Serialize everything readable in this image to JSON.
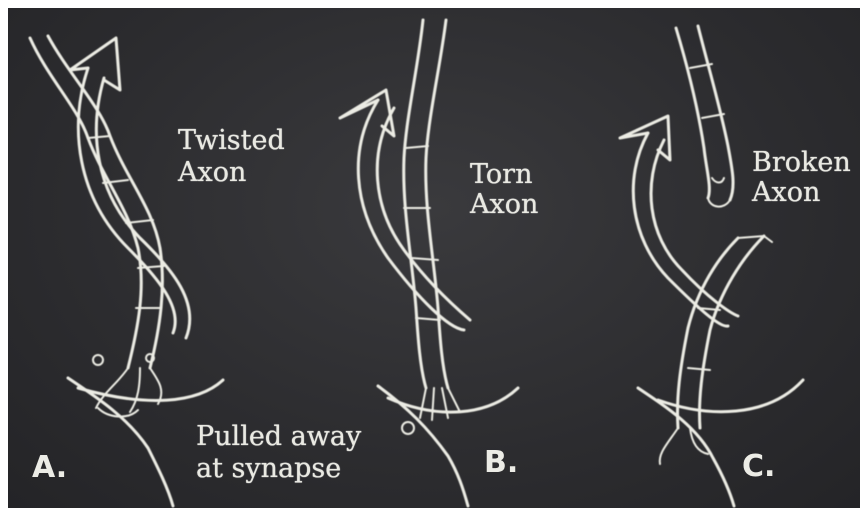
{
  "panels": [
    {
      "letter": "A.",
      "label_line1": "Twisted",
      "label_line2": "Axon"
    },
    {
      "letter": "B.",
      "label_line1": "Torn",
      "label_line2": "Axon"
    },
    {
      "letter": "C.",
      "label_line1": "Broken",
      "label_line2": "Axon"
    }
  ],
  "synapse_note": {
    "line1": "Pulled away",
    "line2": "at synapse"
  },
  "colors": {
    "board": "#2c2c2f",
    "ink": "#ececE4"
  }
}
